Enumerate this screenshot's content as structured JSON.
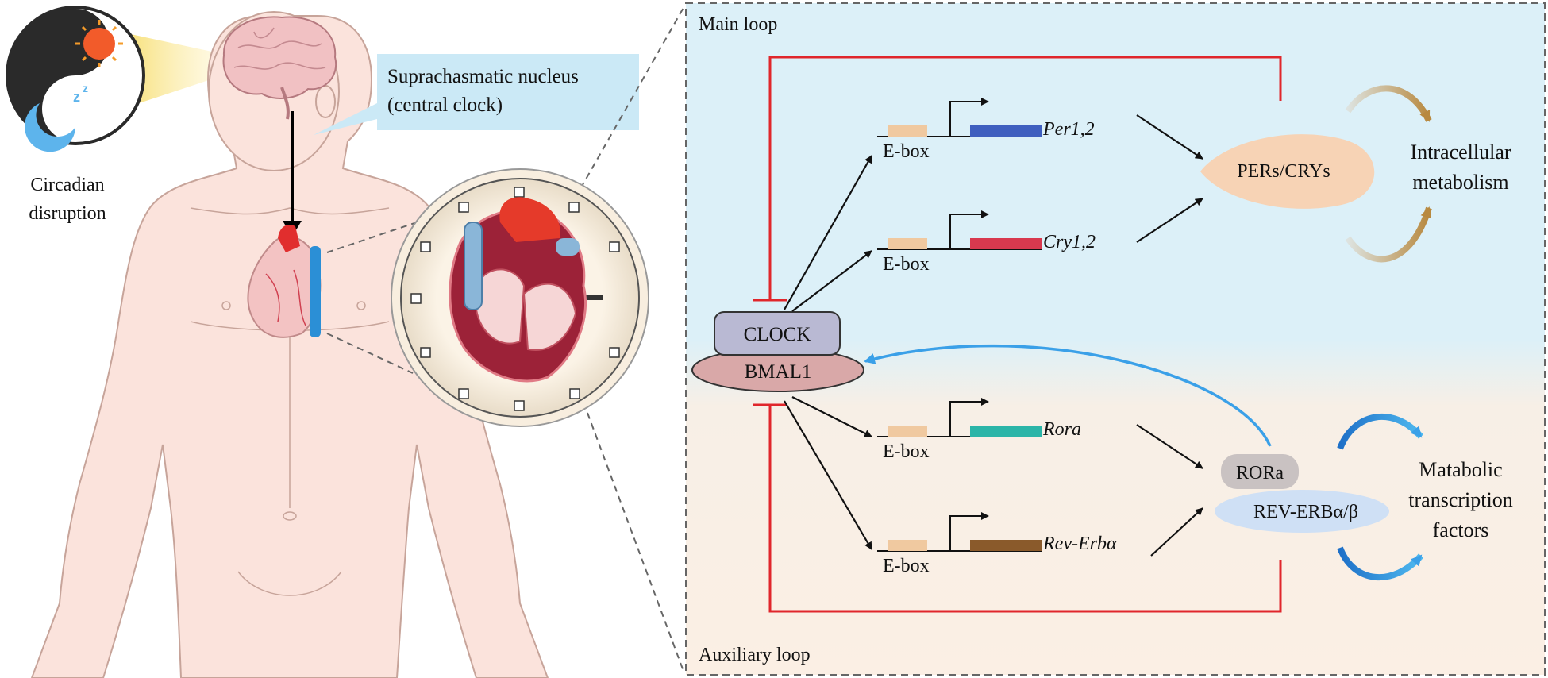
{
  "left_panel": {
    "circadian_label_line1": "Circadian",
    "circadian_label_line2": "disruption",
    "scn_label_line1": "Suprachasmatic nucleus",
    "scn_label_line2": "(central clock)",
    "icons": [
      "sun-icon",
      "moon-sleep-icon",
      "brain-icon",
      "heart-icon",
      "clock-face-icon"
    ]
  },
  "main_loop": {
    "title": "Main loop",
    "genes": [
      {
        "ebox": "E-box",
        "name": "Per1,2",
        "color": "#3f5fbf"
      },
      {
        "ebox": "E-box",
        "name": "Cry1,2",
        "color": "#d8394e"
      }
    ],
    "protein": "PERs/CRYs",
    "output_line1": "Intracellular",
    "output_line2": "metabolism"
  },
  "complex": {
    "clock": "CLOCK",
    "bmal1": "BMAL1"
  },
  "auxiliary_loop": {
    "title": "Auxiliary loop",
    "genes": [
      {
        "ebox": "E-box",
        "name": "Rora",
        "color": "#2bb5a8"
      },
      {
        "ebox": "E-box",
        "name": "Rev-Erbα",
        "color": "#8a5a2b"
      }
    ],
    "protein_1": "RORa",
    "protein_2": "REV-ERBα/β",
    "output_line1": "Matabolic",
    "output_line2": "transcription",
    "output_line3": "factors"
  },
  "colors": {
    "main_bg": "#def1f8",
    "aux_bg": "#fbefe4",
    "inhibit": "#e0262b",
    "ebox": "#f0c9a0",
    "clock_fill": "#b9b9d3",
    "bmal_fill": "#d9a8a8",
    "pers_fill": "#f7d3b5",
    "rora_fill": "#c9c2c2",
    "rev_fill": "#cfe0f5",
    "scn_box": "#d6eef8",
    "feedback_arrow": "#3aa0e8"
  }
}
